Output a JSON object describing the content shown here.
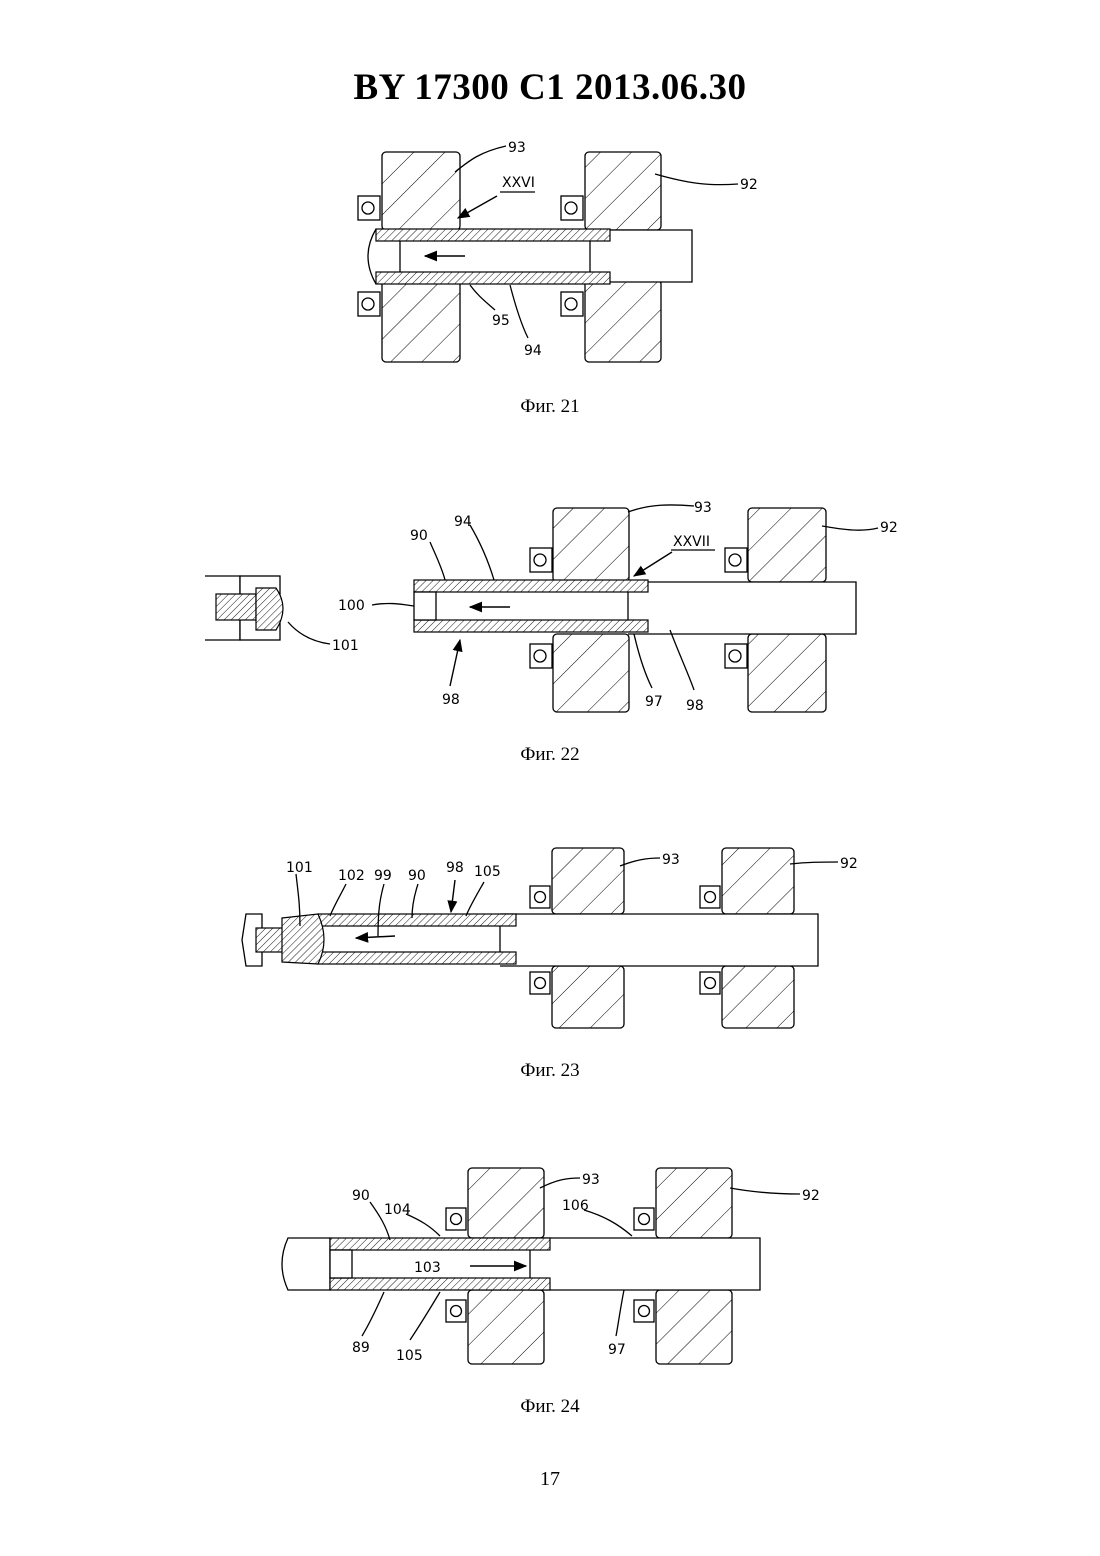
{
  "header": "BY  17300  C1  2013.06.30",
  "figures": [
    {
      "caption": "Фиг. 21",
      "labels": {
        "l93": "93",
        "l92": "92",
        "sec": "XXVI",
        "l95": "95",
        "l94": "94"
      }
    },
    {
      "caption": "Фиг. 22",
      "labels": {
        "l93": "93",
        "l92": "92",
        "l90": "90",
        "l94": "94",
        "sec": "XXVII",
        "l100": "100",
        "l101": "101",
        "l98a": "98",
        "l97": "97",
        "l98b": "98"
      }
    },
    {
      "caption": "Фиг. 23",
      "labels": {
        "l101": "101",
        "l102": "102",
        "l99": "99",
        "l90": "90",
        "l98": "98",
        "l105": "105",
        "l93": "93",
        "l92": "92"
      }
    },
    {
      "caption": "Фиг. 24",
      "labels": {
        "l90": "90",
        "l104": "104",
        "l93": "93",
        "l106": "106",
        "l92": "92",
        "l103": "103",
        "l89": "89",
        "l105": "105",
        "l97": "97"
      }
    }
  ],
  "page_number": "17"
}
